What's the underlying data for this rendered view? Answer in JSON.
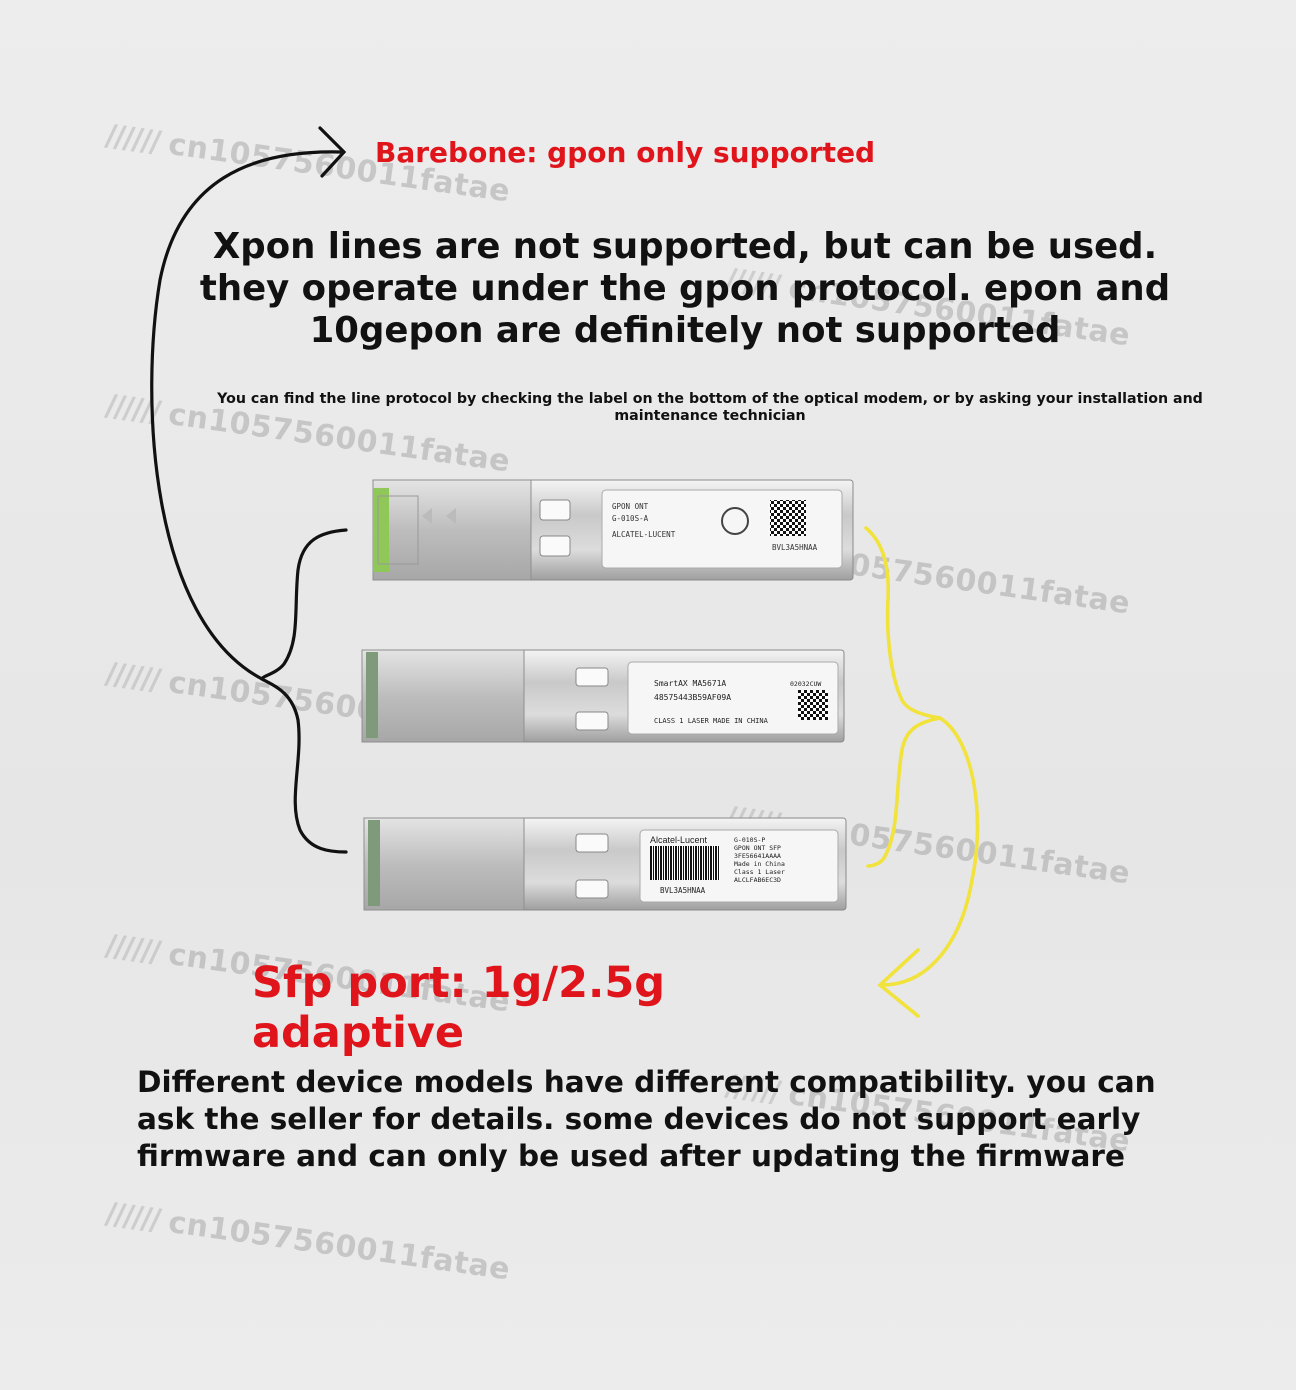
{
  "watermark_text": "cn1057560011fatae",
  "watermark_hatch": "//////",
  "barebone_note": "Barebone: gpon only supported",
  "protocol_note": "Xpon lines are not supported, but can be used. they operate under the gpon protocol. epon and 10gepon are definitely not supported",
  "label_hint": "You can find the line protocol by checking the label on the bottom of the optical modem, or by asking your installation and maintenance technician",
  "sfp_port_note": "Sfp port: 1g/2.5g adaptive",
  "compatibility_note": "Different device models have different compatibility. you can ask the seller for details. some devices do not support early firmware and can only be used after updating the firmware",
  "modules": [
    {
      "label_lines": [
        "GPON ONT",
        "G-010S-A",
        "ALCATEL-LUCENT"
      ],
      "serial": "BVL3A5HNAA"
    },
    {
      "label_lines": [
        "SmartAX MA5671A",
        "02032CUW",
        "48575443B59AF09A",
        "CLASS 1 LASER  MADE IN CHINA"
      ],
      "serial": ""
    },
    {
      "label_lines": [
        "Alcatel-Lucent",
        "G-010S-P",
        "GPON ONT SFP",
        "3FE56641AAAA",
        "Made in China",
        "Class 1 Laser",
        "ALCLFAB6EC3D"
      ],
      "serial": "BVL3A5HNAA"
    }
  ],
  "colors": {
    "red_text": "#e0141b",
    "arrow_black": "#111111",
    "arrow_yellow": "#f1e23c",
    "latch_green": "#7fc24a"
  }
}
